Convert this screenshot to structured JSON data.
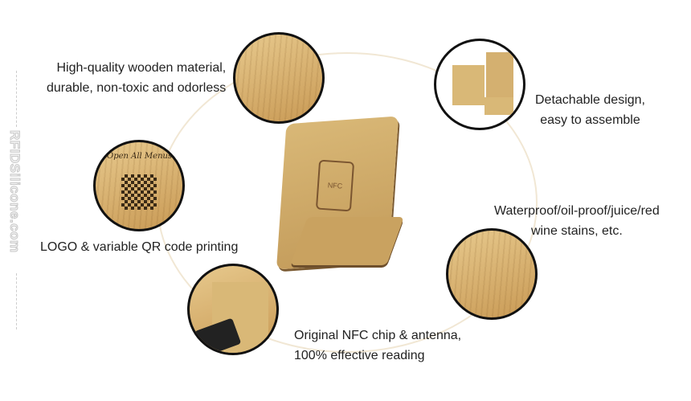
{
  "watermark": "RFIDSilicone.com",
  "features": [
    {
      "lines": [
        "High-quality wooden material,",
        "durable, non-toxic and odorless"
      ]
    },
    {
      "lines": [
        "Detachable design,",
        "easy to assemble"
      ]
    },
    {
      "lines": [
        "LOGO & variable QR code printing"
      ]
    },
    {
      "lines": [
        "Waterproof/oil-proof/juice/red",
        "wine stains, etc."
      ]
    },
    {
      "lines": [
        "Original NFC chip & antenna,",
        "100% effective reading"
      ]
    }
  ],
  "qr_circle_text": "Open All Menus",
  "stand_label": "NFC"
}
